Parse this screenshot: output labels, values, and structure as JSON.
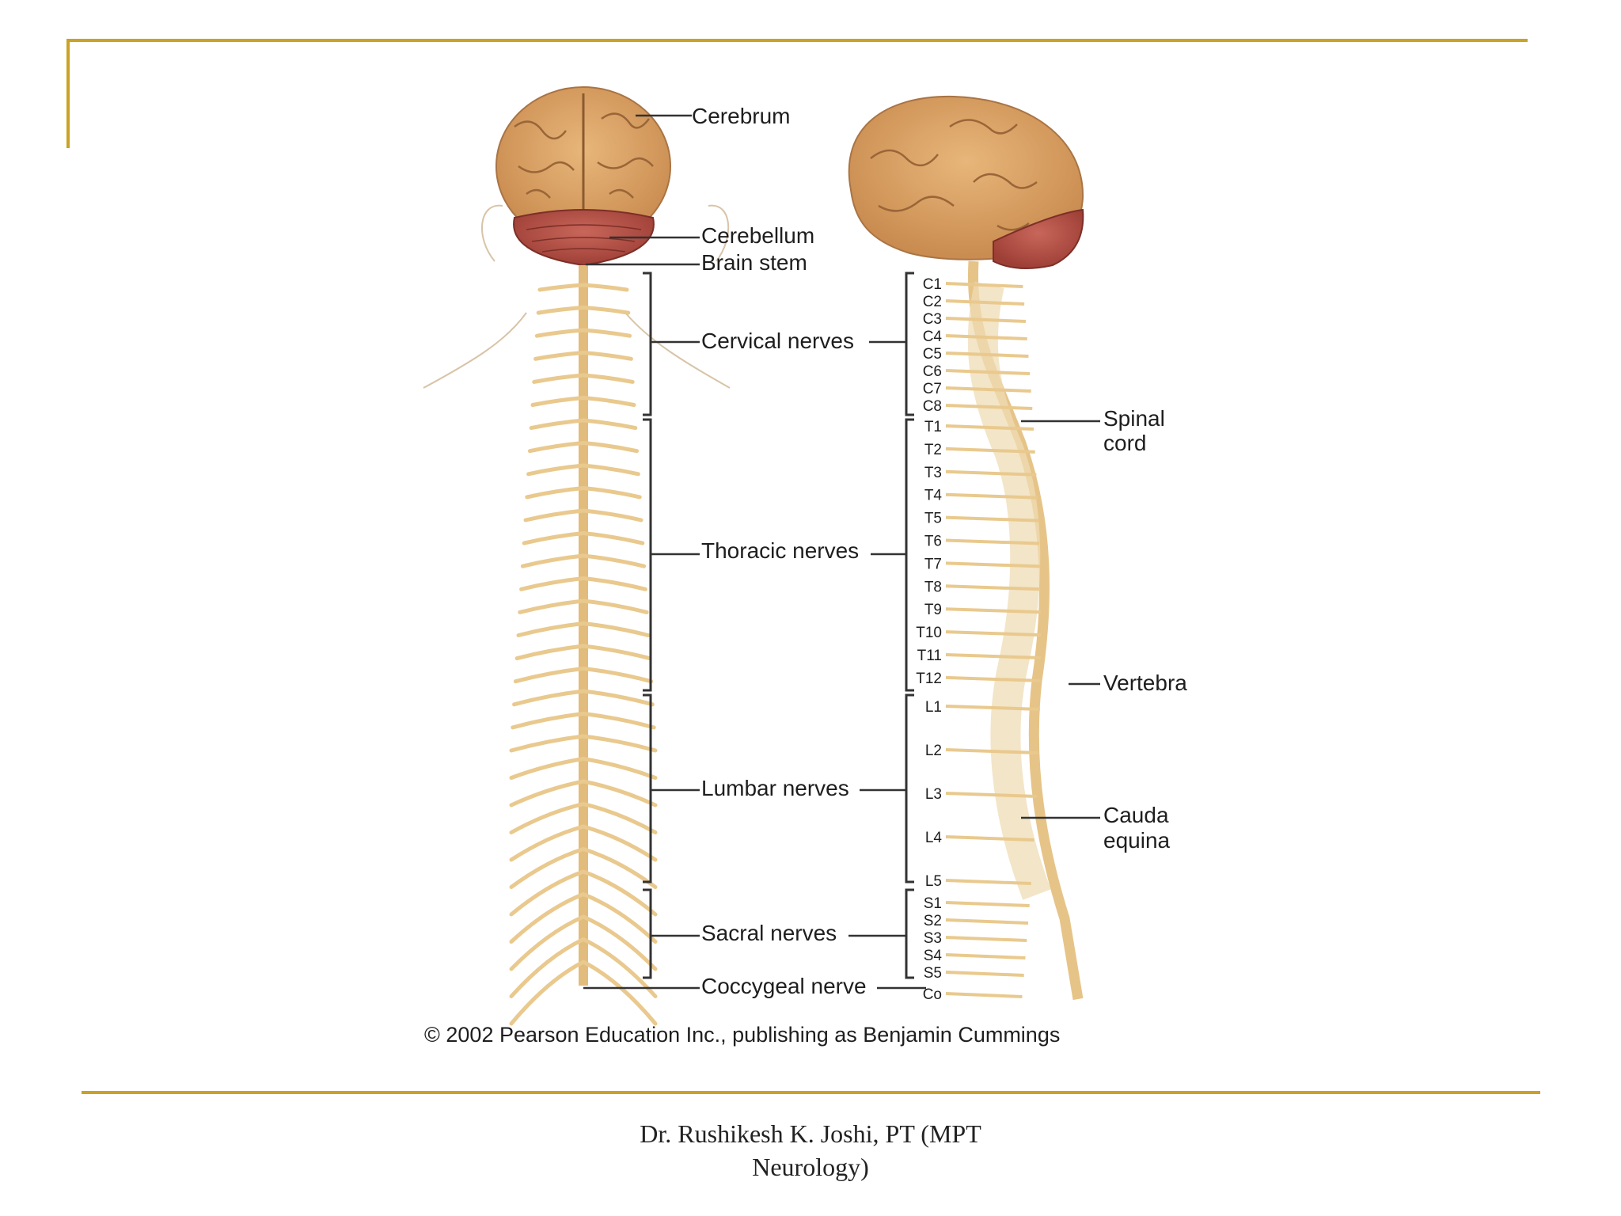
{
  "labels": {
    "cerebrum": "Cerebrum",
    "cerebellum": "Cerebellum",
    "brain_stem": "Brain stem",
    "cervical": "Cervical nerves",
    "thoracic": "Thoracic nerves",
    "lumbar": "Lumbar nerves",
    "sacral": "Sacral nerves",
    "coccygeal": "Coccygeal nerve",
    "spinal_cord_1": "Spinal",
    "spinal_cord_2": "cord",
    "vertebra": "Vertebra",
    "cauda_1": "Cauda",
    "cauda_2": "equina"
  },
  "segments": {
    "cervical": [
      "C1",
      "C2",
      "C3",
      "C4",
      "C5",
      "C6",
      "C7",
      "C8"
    ],
    "thoracic": [
      "T1",
      "T2",
      "T3",
      "T4",
      "T5",
      "T6",
      "T7",
      "T8",
      "T9",
      "T10",
      "T11",
      "T12"
    ],
    "lumbar": [
      "L1",
      "L2",
      "L3",
      "L4",
      "L5"
    ],
    "sacral": [
      "S1",
      "S2",
      "S3",
      "S4",
      "S5"
    ],
    "coccygeal": [
      "Co"
    ]
  },
  "copyright": "© 2002 Pearson Education Inc., publishing as Benjamin Cummings",
  "footer": {
    "line1": "Dr. Rushikesh K. Joshi, PT  (MPT",
    "line2": "Neurology)"
  },
  "colors": {
    "frame": "#c9a227",
    "brain": "#d9a56b",
    "cerebellum": "#b5544a",
    "nerve": "#e9c98e",
    "leader": "#333333"
  }
}
